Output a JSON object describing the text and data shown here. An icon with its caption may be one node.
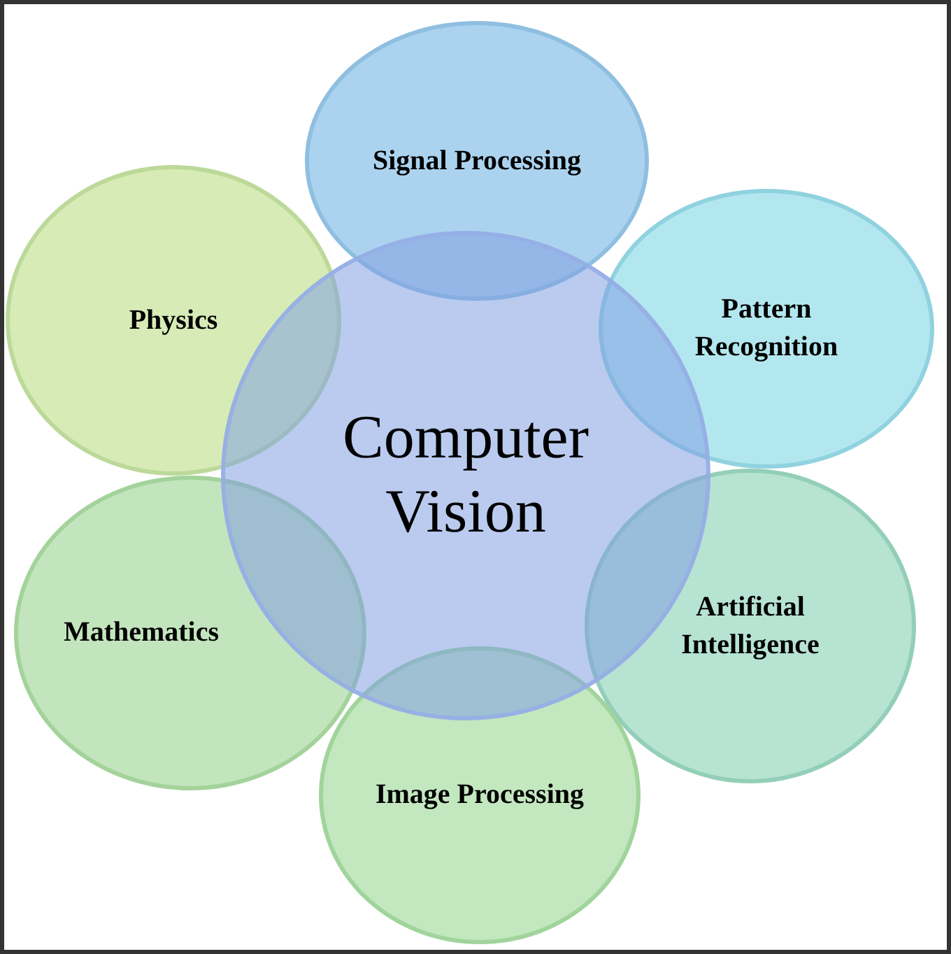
{
  "diagram": {
    "nodes": [
      {
        "text": [
          "Computer Vision"
        ]
      },
      {
        "text": [
          "Signal Processing"
        ]
      },
      {
        "text": [
          "Physics"
        ]
      },
      {
        "text": [
          "Pattern Recognition"
        ]
      },
      {
        "text": [
          "Mathematics"
        ]
      },
      {
        "text": [
          "Artificial Intelligence"
        ]
      },
      {
        "text": [
          "Image Processing"
        ]
      }
    ]
  }
}
